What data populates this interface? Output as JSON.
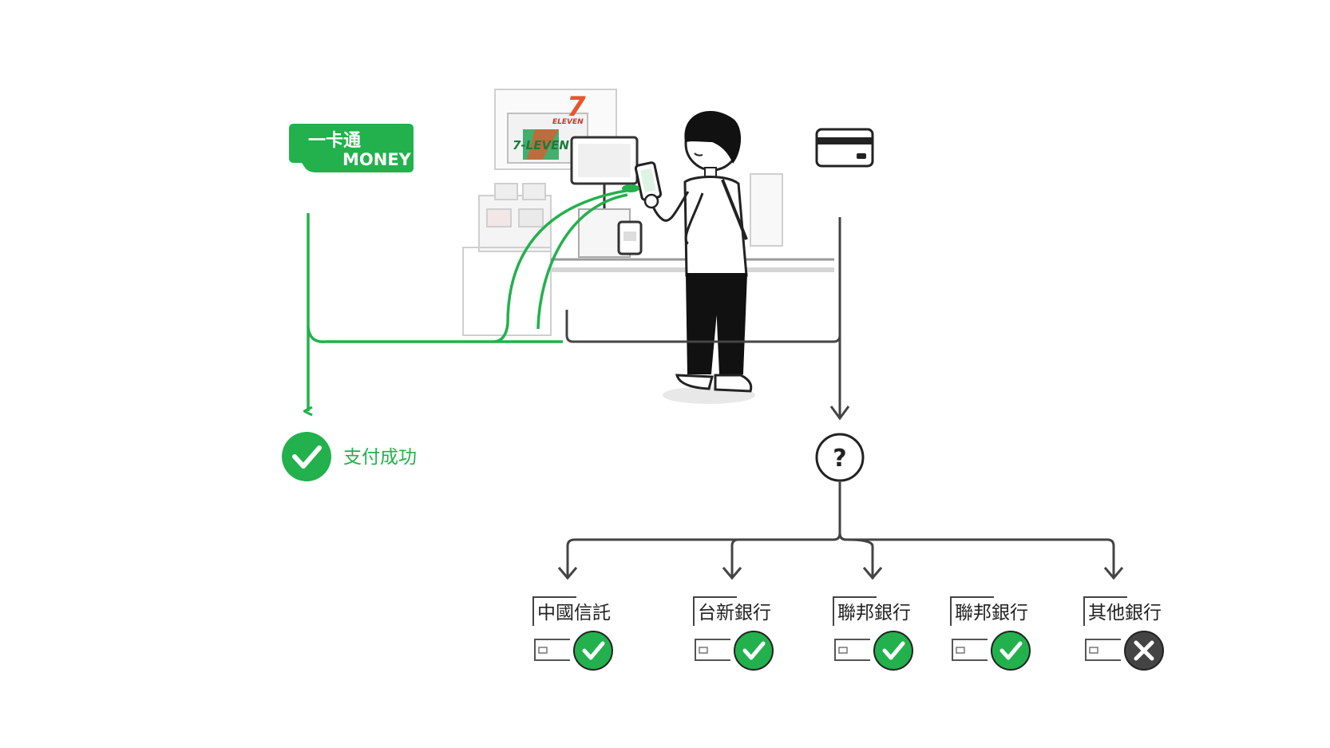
{
  "colors": {
    "green": "#22b14c",
    "dark": "#333333",
    "fail": "#444444"
  },
  "logo": {
    "line1": "一卡通",
    "line2": "MONEY"
  },
  "store": {
    "name": "7-LEVEN",
    "badge": "ELEVEN",
    "numeral": "7"
  },
  "success": {
    "label": "支付成功",
    "icon": "check-circle-icon"
  },
  "unknown": {
    "symbol": "?"
  },
  "banks": [
    {
      "name": "中國信託",
      "status": "success"
    },
    {
      "name": "台新銀行",
      "status": "success"
    },
    {
      "name": "聯邦銀行",
      "status": "success"
    },
    {
      "name": "聯邦銀行",
      "status": "success"
    },
    {
      "name": "其他銀行",
      "status": "fail"
    }
  ]
}
